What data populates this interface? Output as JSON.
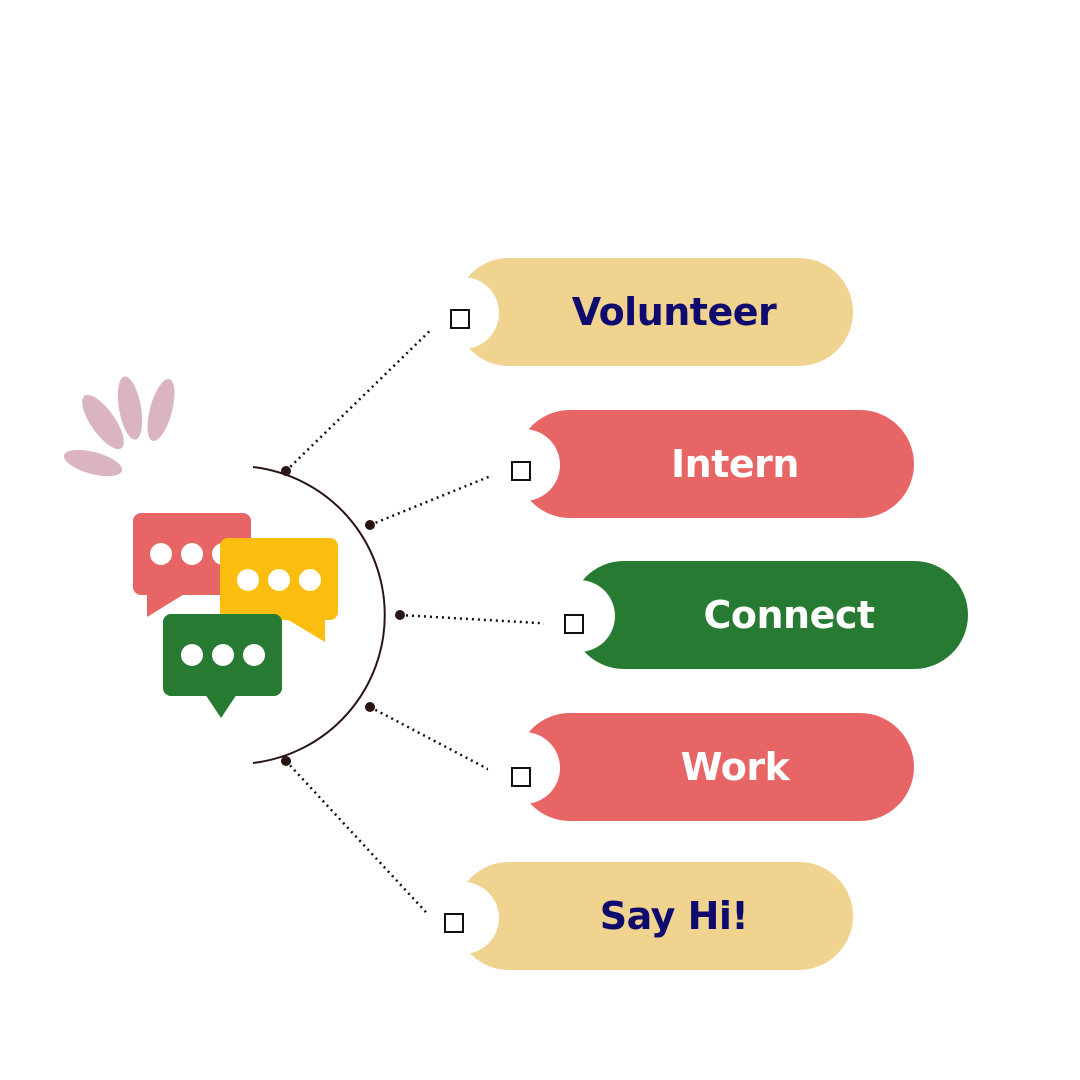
{
  "colors": {
    "cream": "#F0D38F",
    "coral": "#E86565",
    "green": "#277A31",
    "yellow": "#FBBE0E",
    "navy": "#0F0A6E",
    "white": "#FFFFFF",
    "arc": "#2A1414",
    "petals": "#DBB4C1"
  },
  "options": [
    {
      "label": "Volunteer",
      "color": "#F0D38F",
      "text_color": "#0F0A6E",
      "checked": false
    },
    {
      "label": "Intern",
      "color": "#E86565",
      "text_color": "#FFFFFF",
      "checked": false
    },
    {
      "label": "Connect",
      "color": "#277A31",
      "text_color": "#FFFFFF",
      "checked": false
    },
    {
      "label": "Work",
      "color": "#E86565",
      "text_color": "#FFFFFF",
      "checked": false
    },
    {
      "label": "Say Hi!",
      "color": "#F0D38F",
      "text_color": "#0F0A6E",
      "checked": false
    }
  ],
  "icons": {
    "chat": "chat-bubbles-icon",
    "sparkle": "sparkle-petals-icon",
    "checkbox": "checkbox-icon"
  }
}
